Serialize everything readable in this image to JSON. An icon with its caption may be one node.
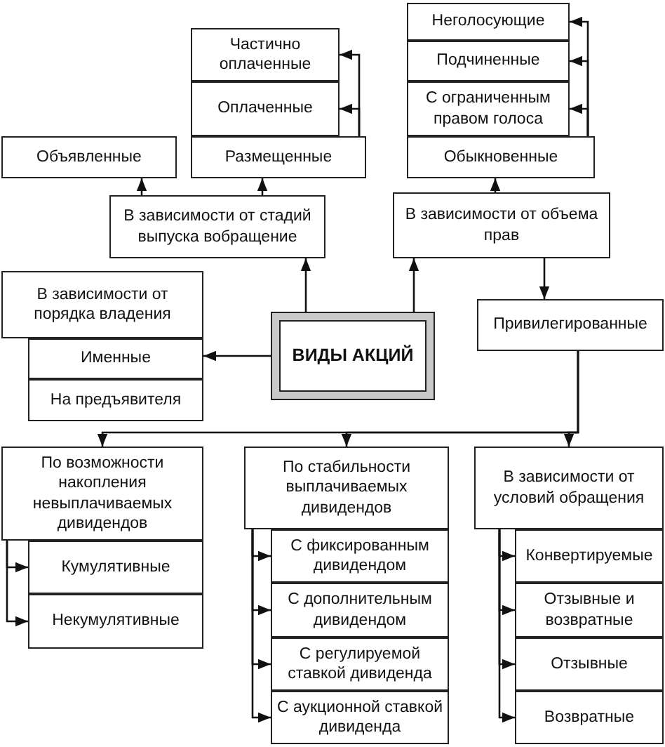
{
  "diagram": {
    "nodes": [
      {
        "text": [
          "Частично оплаченные"
        ]
      },
      {
        "text": [
          "Оплаченные"
        ]
      },
      {
        "text": [
          "Размещенные"
        ]
      },
      {
        "text": [
          "Объявленные"
        ]
      },
      {
        "text": [
          "В зависимости от стадий выпуска вобращение"
        ]
      },
      {
        "text": [
          "Неголосующие"
        ]
      },
      {
        "text": [
          "Подчиненные"
        ]
      },
      {
        "text": [
          "С ограниченным правом голоса"
        ]
      },
      {
        "text": [
          "Обыкновенные"
        ]
      },
      {
        "text": [
          "В зависимости от объема прав"
        ]
      },
      {
        "text": [
          "В зависимости от порядка владения"
        ]
      },
      {
        "text": [
          "Именные"
        ]
      },
      {
        "text": [
          "На предъявителя"
        ]
      },
      {
        "text": [
          "ВИДЫ АКЦИЙ"
        ]
      },
      {
        "text": [
          "Привилегированные"
        ]
      },
      {
        "text": [
          "По возможности накопления невыплачиваемых дивидендов"
        ]
      },
      {
        "text": [
          "Кумулятивные"
        ]
      },
      {
        "text": [
          "Некумулятивные"
        ]
      },
      {
        "text": [
          "По стабильности выплачиваемых дивидендов"
        ]
      },
      {
        "text": [
          "С фиксированным дивидендом"
        ]
      },
      {
        "text": [
          "С дополнительным дивидендом"
        ]
      },
      {
        "text": [
          "С регулируемой ставкой дивиденда"
        ]
      },
      {
        "text": [
          "С аукционной ставкой дивиденда"
        ]
      },
      {
        "text": [
          "В зависимости от условий обращения"
        ]
      },
      {
        "text": [
          "Конвертируемые"
        ]
      },
      {
        "text": [
          "Отзывные и возвратные"
        ]
      },
      {
        "text": [
          "Отзывные"
        ]
      },
      {
        "text": [
          "Возвратные"
        ]
      }
    ],
    "edges": [
      {
        "from": 13,
        "to": 4,
        "arrow": "to"
      },
      {
        "from": 13,
        "to": 9,
        "arrow": "to"
      },
      {
        "from": 13,
        "to": 10,
        "arrow": "to"
      },
      {
        "from": 4,
        "to": 3,
        "arrow": "to"
      },
      {
        "from": 4,
        "to": 2,
        "arrow": "to"
      },
      {
        "from": 2,
        "to": 0,
        "arrow": "to"
      },
      {
        "from": 2,
        "to": 1,
        "arrow": "to"
      },
      {
        "from": 9,
        "to": 8,
        "arrow": "to"
      },
      {
        "from": 8,
        "to": 5,
        "arrow": "to"
      },
      {
        "from": 8,
        "to": 6,
        "arrow": "to"
      },
      {
        "from": 8,
        "to": 7,
        "arrow": "to"
      },
      {
        "from": 9,
        "to": 14,
        "arrow": "to"
      },
      {
        "from": 14,
        "to": 15,
        "arrow": "to"
      },
      {
        "from": 14,
        "to": 18,
        "arrow": "to"
      },
      {
        "from": 14,
        "to": 23,
        "arrow": "to"
      },
      {
        "from": 15,
        "to": 16,
        "arrow": "to"
      },
      {
        "from": 15,
        "to": 17,
        "arrow": "to"
      },
      {
        "from": 18,
        "to": 19,
        "arrow": "to"
      },
      {
        "from": 18,
        "to": 20,
        "arrow": "to"
      },
      {
        "from": 18,
        "to": 21,
        "arrow": "to"
      },
      {
        "from": 18,
        "to": 22,
        "arrow": "to"
      },
      {
        "from": 23,
        "to": 24,
        "arrow": "to"
      },
      {
        "from": 23,
        "to": 25,
        "arrow": "to"
      },
      {
        "from": 23,
        "to": 26,
        "arrow": "to"
      },
      {
        "from": 23,
        "to": 27,
        "arrow": "to"
      }
    ]
  }
}
